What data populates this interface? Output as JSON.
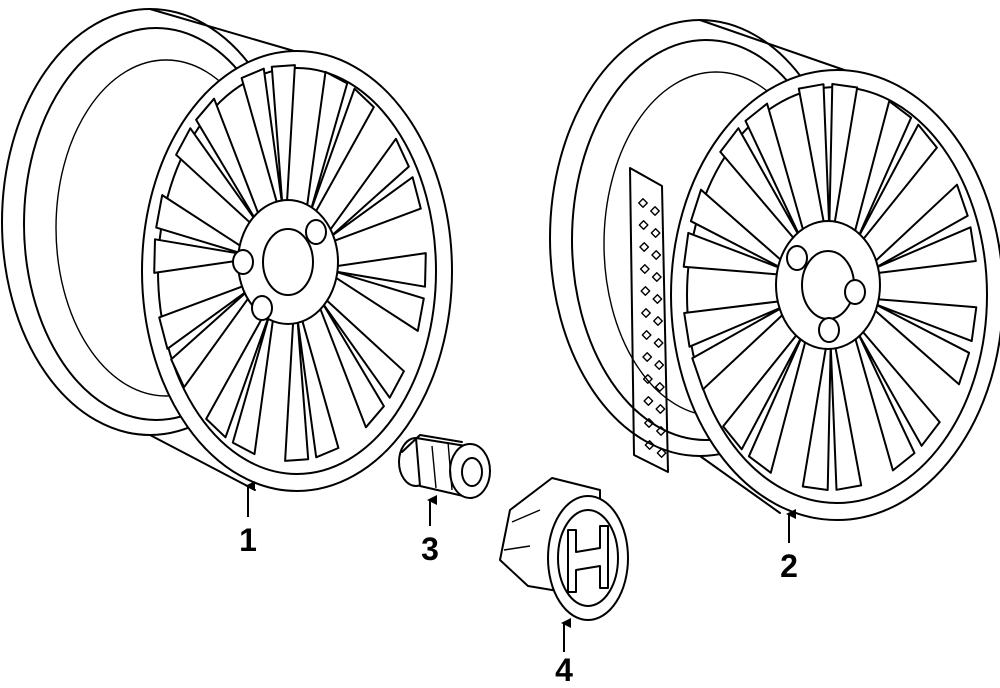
{
  "callouts": [
    {
      "number": "1",
      "part": "wheel-alloy-front"
    },
    {
      "number": "2",
      "part": "wheel-alloy-rear"
    },
    {
      "number": "3",
      "part": "lug-nut"
    },
    {
      "number": "4",
      "part": "center-cap"
    }
  ]
}
